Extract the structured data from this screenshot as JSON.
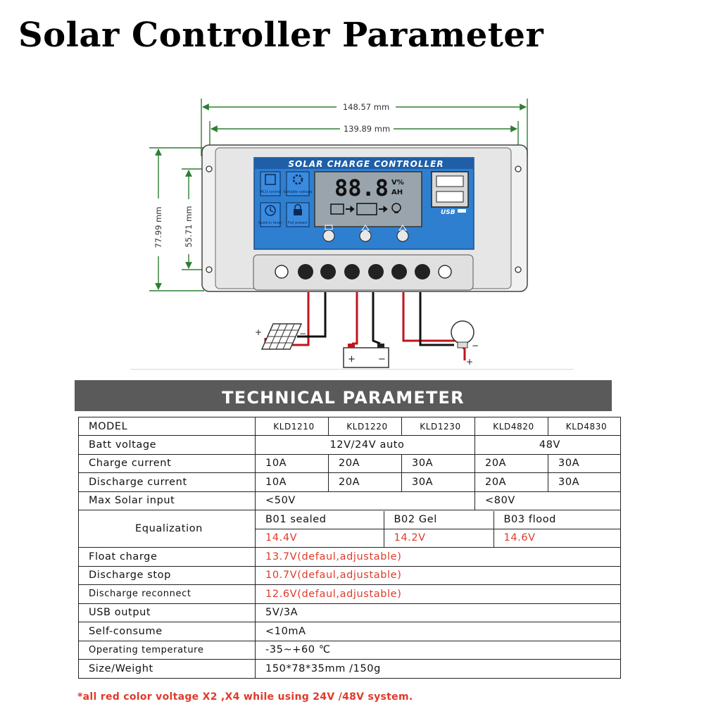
{
  "title": "Solar Controller Parameter",
  "device": {
    "panel_title": "SOLAR CHARGE CONTROLLER",
    "lcd_digits": "88.8",
    "lcd_unit_top": "V%",
    "lcd_unit_bottom": "AH",
    "features": [
      "MCU control",
      "Settable voltage",
      "Build-in timer",
      "Full protect"
    ],
    "usb_label": "USB"
  },
  "dimensions": {
    "outer_width": "148.57 mm",
    "inner_width": "139.89 mm",
    "outer_height": "77.99 mm",
    "inner_height": "55.71 mm"
  },
  "wiring": {
    "plus": "+",
    "minus": "−"
  },
  "colors": {
    "red": "#e03a2a",
    "wire_red": "#c0141c",
    "dim_green": "#2e7d32",
    "panel_blue": "#2f7fd0",
    "banner": "#5a5a5a"
  },
  "parameters": {
    "heading": "TECHNICAL PARAMETER",
    "model_label": "MODEL",
    "models": [
      "KLD1210",
      "KLD1220",
      "KLD1230",
      "KLD4820",
      "KLD4830"
    ],
    "batt_voltage": {
      "label": "Batt voltage",
      "v12_24": "12V/24V auto",
      "v48": "48V"
    },
    "charge_current": {
      "label": "Charge current",
      "values": [
        "10A",
        "20A",
        "30A",
        "20A",
        "30A"
      ]
    },
    "discharge_current": {
      "label": "Discharge current",
      "values": [
        "10A",
        "20A",
        "30A",
        "20A",
        "30A"
      ]
    },
    "max_solar_input": {
      "label": "Max Solar input",
      "v12_24": "<50V",
      "v48": "<80V"
    },
    "equalization": {
      "label": "Equalization",
      "types": [
        "B01 sealed",
        "B02 Gel",
        "B03 flood"
      ],
      "values": [
        "14.4V",
        "14.2V",
        "14.6V"
      ]
    },
    "float_charge": {
      "label": "Float charge",
      "value": "13.7V(defaul,adjustable)"
    },
    "discharge_stop": {
      "label": "Discharge stop",
      "value": "10.7V(defaul,adjustable)"
    },
    "discharge_reconnect": {
      "label": "Discharge reconnect",
      "value": "12.6V(defaul,adjustable)"
    },
    "usb_output": {
      "label": "USB output",
      "value": "5V/3A"
    },
    "self_consume": {
      "label": "Self-consume",
      "value": "<10mA"
    },
    "operating_temperature": {
      "label": "Operating temperature",
      "value": "-35~+60 ℃"
    },
    "size_weight": {
      "label": "Size/Weight",
      "value": "150*78*35mm /150g"
    }
  },
  "footnote": "*all red color voltage X2 ,X4 while using 24V /48V system."
}
